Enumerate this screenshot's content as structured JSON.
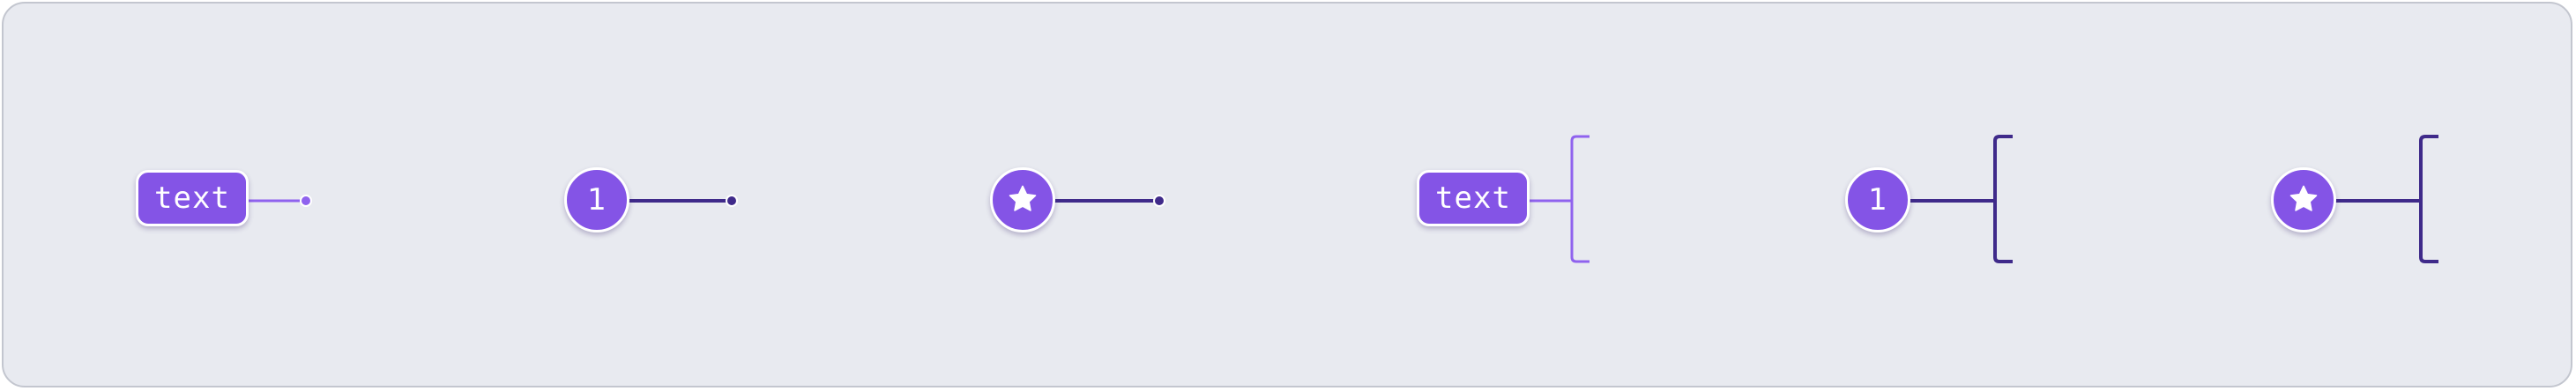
{
  "colors": {
    "background": "#e8eaf0",
    "panel_border": "#c3c6cf",
    "marker_fill": "#8454e6",
    "connector_dark": "#3f2a8a",
    "connector_light": "#8454e6",
    "marker_border": "#ffffff"
  },
  "markers": [
    {
      "kind": "text",
      "label": "text",
      "end": "dot",
      "tone": "light"
    },
    {
      "kind": "number",
      "label": "1",
      "end": "dot",
      "tone": "dark"
    },
    {
      "kind": "icon",
      "icon": "star-icon",
      "end": "dot",
      "tone": "dark"
    },
    {
      "kind": "text",
      "label": "text",
      "end": "bracket",
      "tone": "light"
    },
    {
      "kind": "number",
      "label": "1",
      "end": "bracket",
      "tone": "dark"
    },
    {
      "kind": "icon",
      "icon": "star-icon",
      "end": "bracket",
      "tone": "dark"
    }
  ]
}
